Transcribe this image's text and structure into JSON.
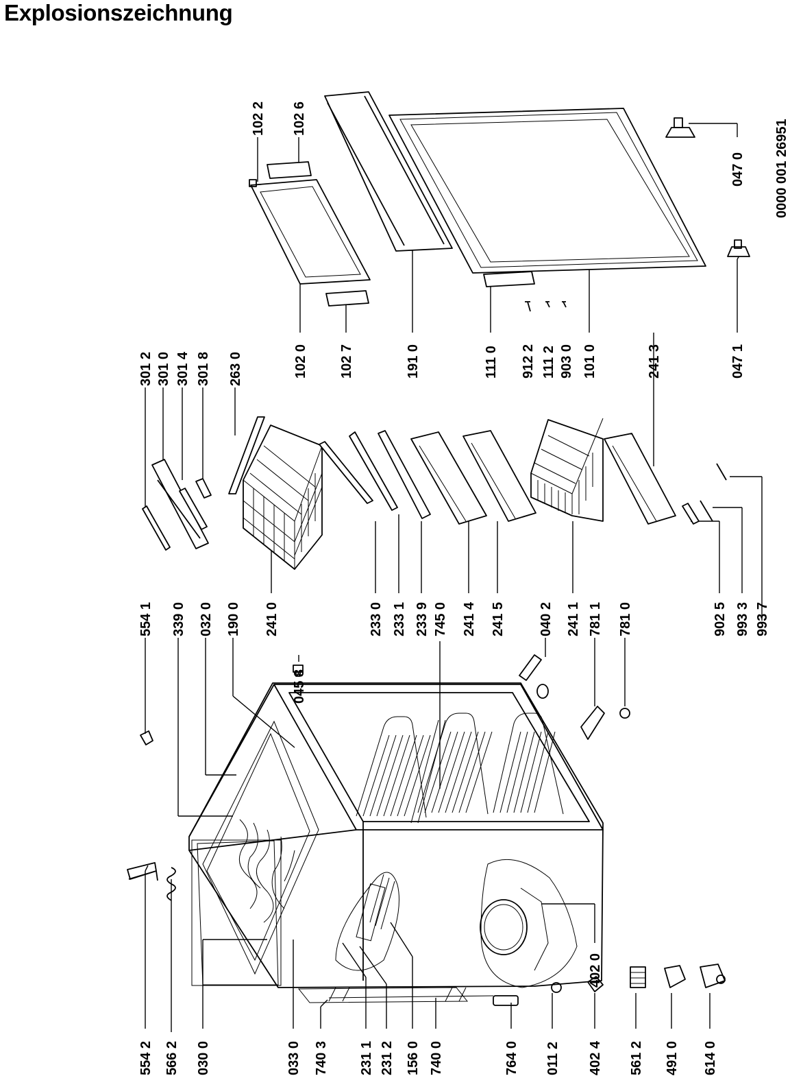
{
  "title": "Explosionszeichnung",
  "doc_number": "0000 001 26951",
  "callouts": [
    {
      "id": "c-5542",
      "text": "554 2"
    },
    {
      "id": "c-5662",
      "text": "566 2"
    },
    {
      "id": "c-0300",
      "text": "030 0"
    },
    {
      "id": "c-0330",
      "text": "033 0"
    },
    {
      "id": "c-7403",
      "text": "740 3"
    },
    {
      "id": "c-2311",
      "text": "231 1"
    },
    {
      "id": "c-2312",
      "text": "231 2"
    },
    {
      "id": "c-1560",
      "text": "156 0"
    },
    {
      "id": "c-7400",
      "text": "740 0"
    },
    {
      "id": "c-7640",
      "text": "764 0"
    },
    {
      "id": "c-0112",
      "text": "011 2"
    },
    {
      "id": "c-4024",
      "text": "402 4"
    },
    {
      "id": "c-5612",
      "text": "561 2"
    },
    {
      "id": "c-4910",
      "text": "491 0"
    },
    {
      "id": "c-6140",
      "text": "614 0"
    },
    {
      "id": "c-4020",
      "text": "402 0"
    },
    {
      "id": "c-5541",
      "text": "554 1"
    },
    {
      "id": "c-3390",
      "text": "339 0"
    },
    {
      "id": "c-0320",
      "text": "032 0"
    },
    {
      "id": "c-1900",
      "text": "190 0"
    },
    {
      "id": "c-2410",
      "text": "241 0"
    },
    {
      "id": "c-0458",
      "text": "045 8"
    },
    {
      "id": "c-2330",
      "text": "233 0"
    },
    {
      "id": "c-2331",
      "text": "233 1"
    },
    {
      "id": "c-2339",
      "text": "233 9"
    },
    {
      "id": "c-7450",
      "text": "745 0"
    },
    {
      "id": "c-2414",
      "text": "241 4"
    },
    {
      "id": "c-2415",
      "text": "241 5"
    },
    {
      "id": "c-0402",
      "text": "040 2"
    },
    {
      "id": "c-2411",
      "text": "241 1"
    },
    {
      "id": "c-7811",
      "text": "781 1"
    },
    {
      "id": "c-7810",
      "text": "781 0"
    },
    {
      "id": "c-9025",
      "text": "902 5"
    },
    {
      "id": "c-9933",
      "text": "993 3"
    },
    {
      "id": "c-9937",
      "text": "993 7"
    },
    {
      "id": "c-3012",
      "text": "301 2"
    },
    {
      "id": "c-3010",
      "text": "301 0"
    },
    {
      "id": "c-3014",
      "text": "301 4"
    },
    {
      "id": "c-3018",
      "text": "301 8"
    },
    {
      "id": "c-2630",
      "text": "263 0"
    },
    {
      "id": "c-1020",
      "text": "102 0"
    },
    {
      "id": "c-1027",
      "text": "102 7"
    },
    {
      "id": "c-1910",
      "text": "191 0"
    },
    {
      "id": "c-1110",
      "text": "111 0"
    },
    {
      "id": "c-9122",
      "text": "912 2"
    },
    {
      "id": "c-1112",
      "text": "111 2"
    },
    {
      "id": "c-9030",
      "text": "903 0"
    },
    {
      "id": "c-1010",
      "text": "101 0"
    },
    {
      "id": "c-2413",
      "text": "241 3"
    },
    {
      "id": "c-0471",
      "text": "047 1"
    },
    {
      "id": "c-1022",
      "text": "102 2"
    },
    {
      "id": "c-1026",
      "text": "102 6"
    },
    {
      "id": "c-0470",
      "text": "047 0"
    }
  ]
}
